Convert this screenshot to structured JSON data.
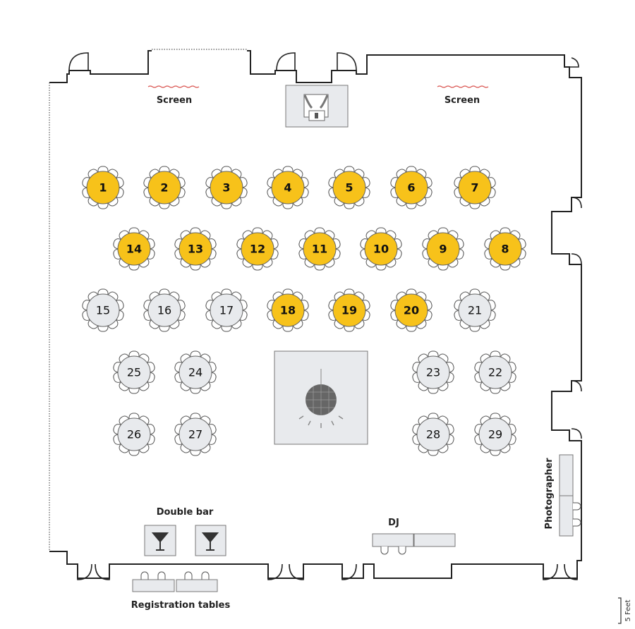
{
  "labels": {
    "screen_left": "Screen",
    "screen_right": "Screen",
    "double_bar": "Double bar",
    "dj": "DJ",
    "photographer": "Photographer",
    "registration": "Registration tables",
    "scale": "5 Feet"
  },
  "colors": {
    "highlight": "#f7c21a",
    "default": "#e8eaed",
    "screen": "#d9534f"
  },
  "icons": [
    "stage-icon",
    "disco-ball-icon",
    "cocktail-icon"
  ],
  "tables": [
    {
      "number": "1",
      "highlighted": true
    },
    {
      "number": "2",
      "highlighted": true
    },
    {
      "number": "3",
      "highlighted": true
    },
    {
      "number": "4",
      "highlighted": true
    },
    {
      "number": "5",
      "highlighted": true
    },
    {
      "number": "6",
      "highlighted": true
    },
    {
      "number": "7",
      "highlighted": true
    },
    {
      "number": "8",
      "highlighted": true
    },
    {
      "number": "9",
      "highlighted": true
    },
    {
      "number": "10",
      "highlighted": true
    },
    {
      "number": "11",
      "highlighted": true
    },
    {
      "number": "12",
      "highlighted": true
    },
    {
      "number": "13",
      "highlighted": true
    },
    {
      "number": "14",
      "highlighted": true
    },
    {
      "number": "15",
      "highlighted": false
    },
    {
      "number": "16",
      "highlighted": false
    },
    {
      "number": "17",
      "highlighted": false
    },
    {
      "number": "18",
      "highlighted": true
    },
    {
      "number": "19",
      "highlighted": true
    },
    {
      "number": "20",
      "highlighted": true
    },
    {
      "number": "21",
      "highlighted": false
    },
    {
      "number": "22",
      "highlighted": false
    },
    {
      "number": "23",
      "highlighted": false
    },
    {
      "number": "24",
      "highlighted": false
    },
    {
      "number": "25",
      "highlighted": false
    },
    {
      "number": "26",
      "highlighted": false
    },
    {
      "number": "27",
      "highlighted": false
    },
    {
      "number": "28",
      "highlighted": false
    },
    {
      "number": "29",
      "highlighted": false
    }
  ]
}
